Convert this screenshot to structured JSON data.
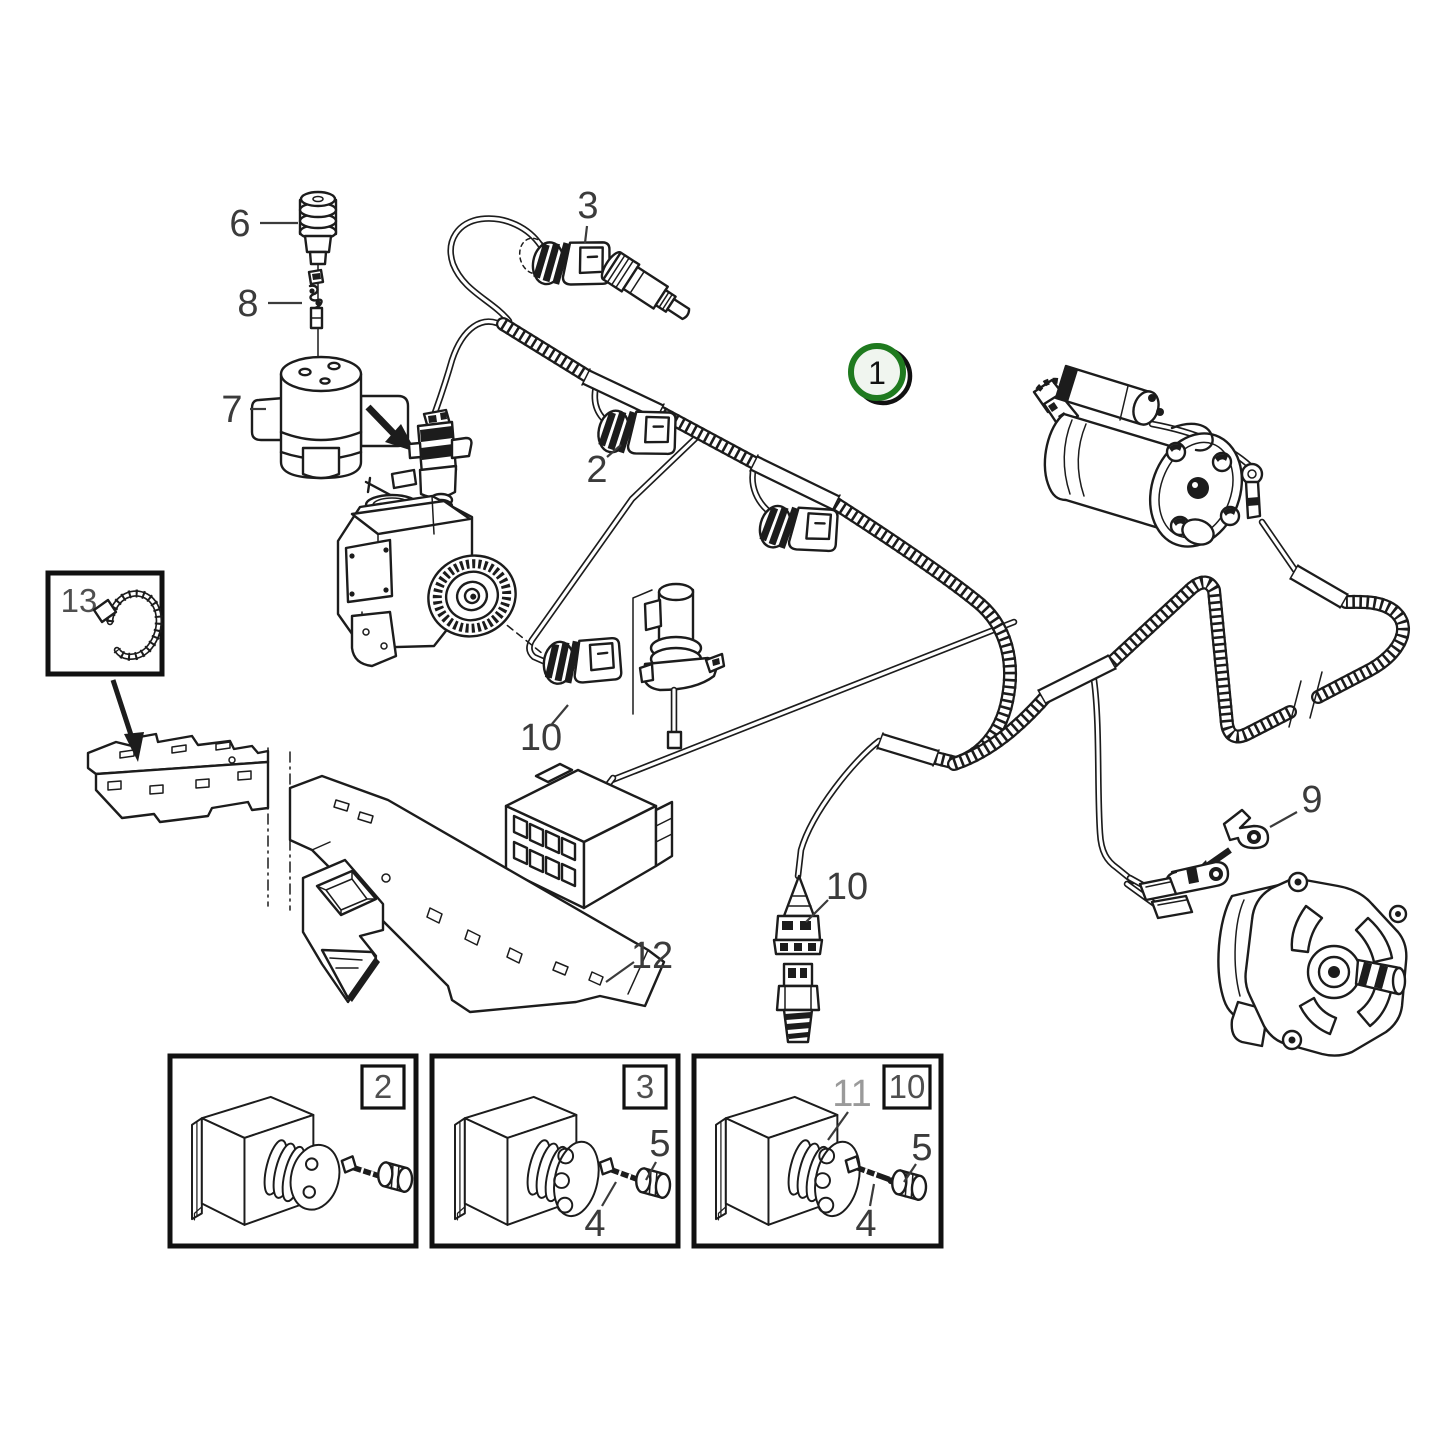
{
  "page": {
    "background_color": "#ffffff"
  },
  "diagram": {
    "kind": "exploded-parts-wiring-harness-diagram",
    "line_color": "#1c1c1c",
    "highlight_ring_color": "#1f7a1f",
    "callouts": {
      "part1": "1",
      "part2": "2",
      "part3": "3",
      "part4": "4",
      "part5": "5",
      "part6": "6",
      "part7": "7",
      "part8": "8",
      "part9": "9",
      "part10": "10",
      "part11": "11",
      "part12": "12",
      "part13": "13"
    },
    "insets": [
      {
        "box_label": "2"
      },
      {
        "box_label": "3",
        "pin_label": "4",
        "cap_label": "5"
      },
      {
        "box_label": "10",
        "seal_label": "11",
        "pin_label": "4",
        "cap_label": "5"
      }
    ]
  }
}
